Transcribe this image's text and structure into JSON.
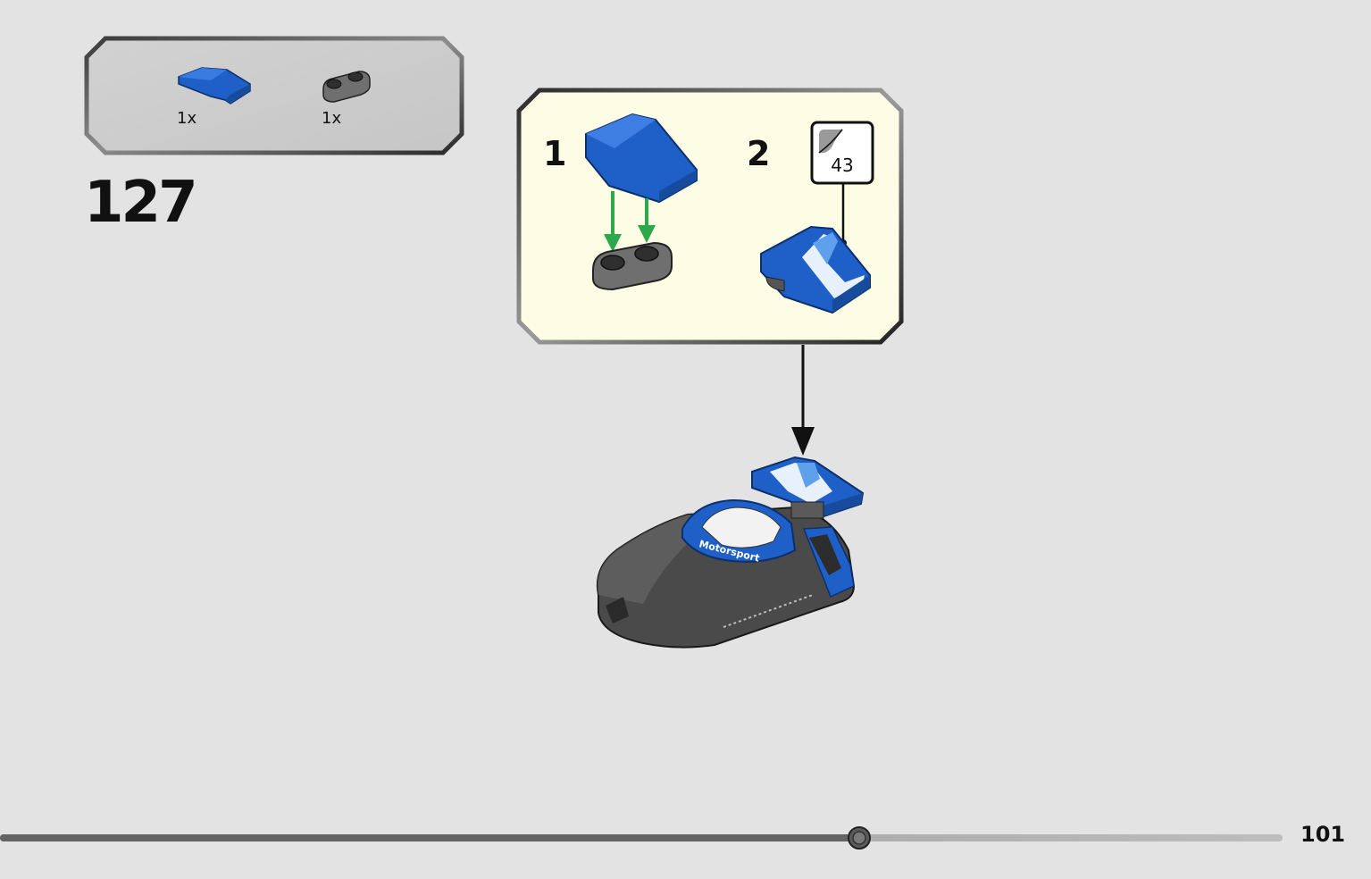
{
  "parts_list": {
    "items": [
      {
        "icon": "blue-curved-slope-icon",
        "qty": "1x",
        "color": "#1f5fc8"
      },
      {
        "icon": "dark-gray-plate-icon",
        "qty": "1x",
        "color": "#6a6a6a"
      }
    ]
  },
  "step": {
    "number": "127"
  },
  "callout": {
    "substeps": [
      {
        "label": "1"
      },
      {
        "label": "2",
        "sticker": "43"
      }
    ],
    "background": "#fdfde6"
  },
  "model": {
    "decal_text": "Motorsport",
    "accent_color": "#1f5fc8"
  },
  "footer": {
    "progress_fraction": 0.666,
    "page_number": "101"
  }
}
